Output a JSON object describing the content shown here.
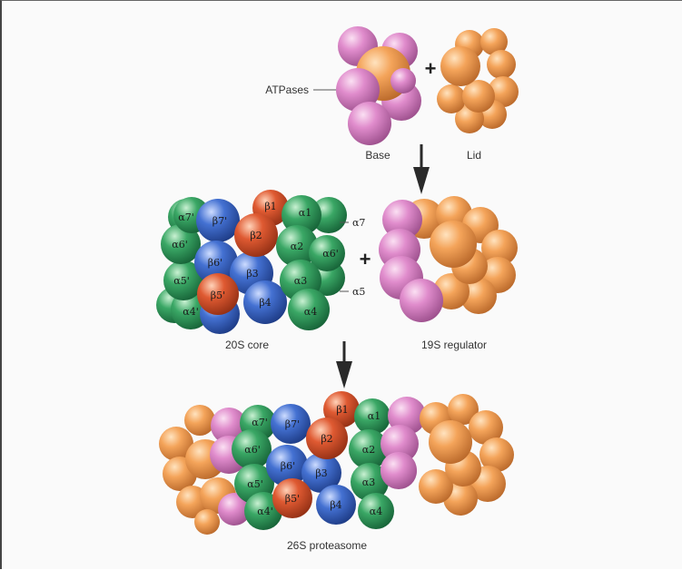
{
  "labels": {
    "atpases": "ATPases",
    "base": "Base",
    "lid": "Lid",
    "core": "20S core",
    "regulator": "19S regulator",
    "proteasome": "26S proteasome",
    "plus": "+"
  },
  "subunits": {
    "a1": "α1",
    "a2": "α2",
    "a3": "α3",
    "a4": "α4",
    "a5": "α5",
    "a7": "α7",
    "a4p": "α4'",
    "a5p": "α5'",
    "a6p": "α6'",
    "a7p": "α7'",
    "a6": "α6'",
    "b1": "β1",
    "b2": "β2",
    "b3": "β3",
    "b4": "β4",
    "b5p": "β5'",
    "b6p": "β6'",
    "b7p": "β7'"
  },
  "colors": {
    "alpha": "#2f9a58",
    "beta": "#3a63c4",
    "beta_active": "#d8502e",
    "atpase": "#d77ec2",
    "lid": "#f0a050",
    "arrow": "#2a2a2a"
  }
}
